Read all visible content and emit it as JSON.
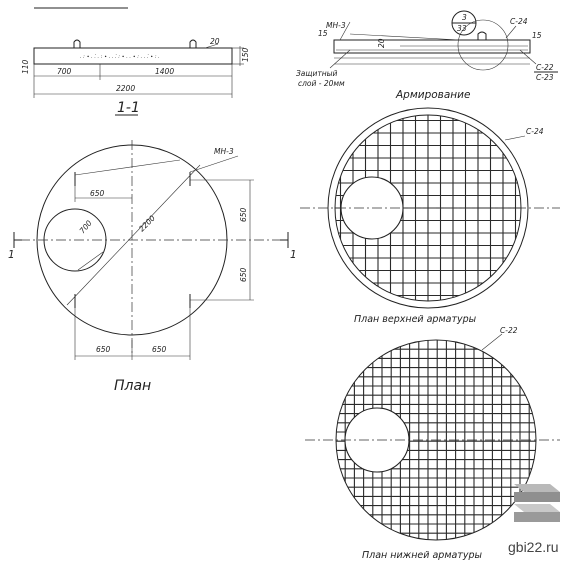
{
  "section": {
    "title": "1-1",
    "dims": {
      "d700": "700",
      "d1400": "1400",
      "d2200": "2200",
      "d150": "150",
      "d110": "110",
      "d20": "20"
    }
  },
  "plan": {
    "title": "План",
    "label_mn": "МН-3",
    "dims": {
      "top650": "650",
      "diag2200": "2200",
      "hole700": "700",
      "right650a": "650",
      "right650b": "650",
      "bot650a": "650",
      "bot650b": "650"
    },
    "cut_left": "1",
    "cut_right": "1"
  },
  "detail": {
    "label_mn": "МН-3",
    "callout_top": "3",
    "callout_bottom": "33",
    "label_c24": "С-24",
    "label_c22": "С-22",
    "label_c23": "С-23",
    "dim15a": "15",
    "dim15b": "15",
    "dim20": "20",
    "protect_line1": "Защитный",
    "protect_line2": "слой - 20мм",
    "title": "Армирование"
  },
  "top_rebar": {
    "title": "План верхней арматуры",
    "label": "С-24"
  },
  "bottom_rebar": {
    "title": "План нижней арматуры",
    "label": "С-22"
  },
  "watermark": {
    "text": "gbi22.ru"
  }
}
